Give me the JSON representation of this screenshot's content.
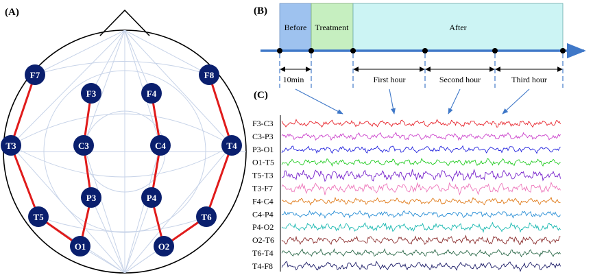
{
  "panels": {
    "a": "(A)",
    "b": "(B)",
    "c": "(C)"
  },
  "colors": {
    "red_line": "#e01b1b",
    "electrode_fill": "#0a1f6e",
    "grid": "#c7d3e8",
    "before": "#9ec2ef",
    "treatment": "#c6efc0",
    "after": "#ccf4f4",
    "timeline": "#3f78c8"
  },
  "electrodes": [
    {
      "id": "F7",
      "label": "F7"
    },
    {
      "id": "F8",
      "label": "F8"
    },
    {
      "id": "F3",
      "label": "F3"
    },
    {
      "id": "F4",
      "label": "F4"
    },
    {
      "id": "T3",
      "label": "T3"
    },
    {
      "id": "C3",
      "label": "C3"
    },
    {
      "id": "C4",
      "label": "C4"
    },
    {
      "id": "T4",
      "label": "T4"
    },
    {
      "id": "P3",
      "label": "P3"
    },
    {
      "id": "P4",
      "label": "P4"
    },
    {
      "id": "T5",
      "label": "T5"
    },
    {
      "id": "T6",
      "label": "T6"
    },
    {
      "id": "O1",
      "label": "O1"
    },
    {
      "id": "O2",
      "label": "O2"
    }
  ],
  "connections": [
    [
      "F7",
      "T3"
    ],
    [
      "T3",
      "T5"
    ],
    [
      "T5",
      "O1"
    ],
    [
      "F3",
      "C3"
    ],
    [
      "C3",
      "P3"
    ],
    [
      "P3",
      "O1"
    ],
    [
      "F4",
      "C4"
    ],
    [
      "C4",
      "P4"
    ],
    [
      "P4",
      "O2"
    ],
    [
      "F8",
      "T4"
    ],
    [
      "T4",
      "T6"
    ],
    [
      "T6",
      "O2"
    ]
  ],
  "timeline": {
    "phases": {
      "before": "Before",
      "treatment": "Treatment",
      "after": "After"
    },
    "intervals": {
      "ten_min": "10min",
      "first_hour": "First hour",
      "second_hour": "Second hour",
      "third_hour": "Third hour"
    }
  },
  "channels": [
    {
      "label": "F3-C3",
      "color": "#e8242c"
    },
    {
      "label": "C3-P3",
      "color": "#cc44cc"
    },
    {
      "label": "P3-O1",
      "color": "#2222dd"
    },
    {
      "label": "O1-T5",
      "color": "#22cc22"
    },
    {
      "label": "T5-T3",
      "color": "#7722cc"
    },
    {
      "label": "T3-F7",
      "color": "#ee77bb"
    },
    {
      "label": "F4-C4",
      "color": "#e07b1a"
    },
    {
      "label": "C4-P4",
      "color": "#2a8fd6"
    },
    {
      "label": "P4-O2",
      "color": "#18b8b0"
    },
    {
      "label": "O2-T6",
      "color": "#8b2d2d"
    },
    {
      "label": "T6-T4",
      "color": "#2d6a4a"
    },
    {
      "label": "T4-F8",
      "color": "#1a1a66"
    }
  ]
}
